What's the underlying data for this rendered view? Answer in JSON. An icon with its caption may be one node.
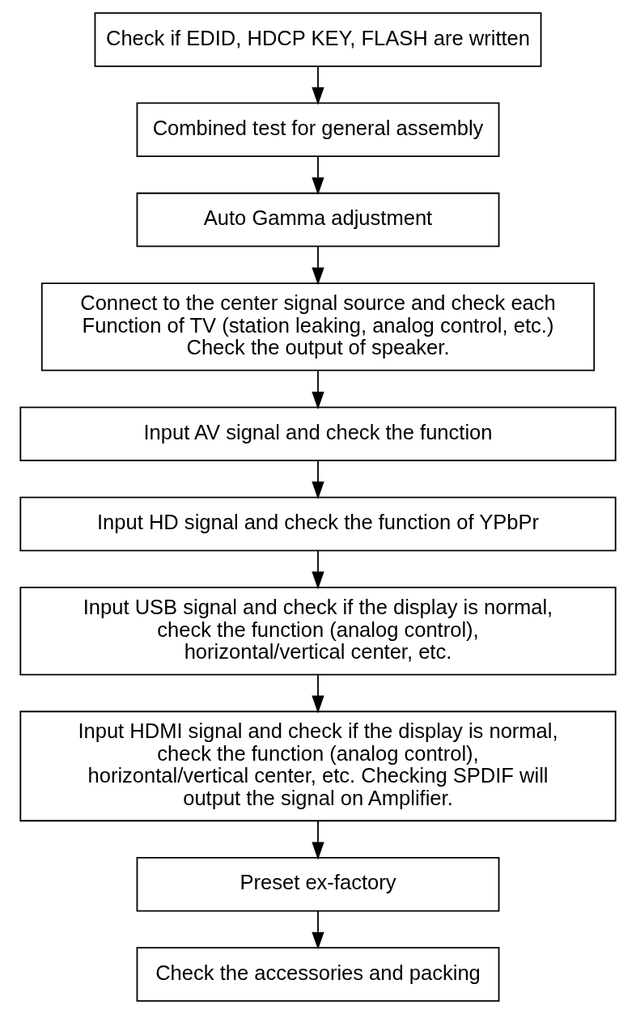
{
  "diagram": {
    "nodes": [
      {
        "text": [
          "Check if EDID, HDCP KEY, FLASH are written"
        ]
      },
      {
        "text": [
          "Combined test for general assembly"
        ]
      },
      {
        "text": [
          "Auto Gamma adjustment"
        ]
      },
      {
        "text": [
          "Connect to the center signal source and check each Function of TV (station leaking, analog control, etc.) Check the output of speaker."
        ]
      },
      {
        "text": [
          "Input AV signal and check the function"
        ]
      },
      {
        "text": [
          "Input HD signal and check the function of YPbPr"
        ]
      },
      {
        "text": [
          "Input USB signal and check if the display is normal, check the function (analog control), horizontal/vertical center, etc."
        ]
      },
      {
        "text": [
          "Input HDMI signal and check if the display is normal, check the function (analog control), horizontal/vertical center, etc. Checking SPDIF will output the signal on Amplifier."
        ]
      },
      {
        "text": [
          "Preset ex-factory"
        ]
      },
      {
        "text": [
          "Check the accessories and packing"
        ]
      }
    ],
    "edges": [
      {
        "from": 0,
        "to": 1,
        "arrow": "to"
      },
      {
        "from": 1,
        "to": 2,
        "arrow": "to"
      },
      {
        "from": 2,
        "to": 3,
        "arrow": "to"
      },
      {
        "from": 3,
        "to": 4,
        "arrow": "to"
      },
      {
        "from": 4,
        "to": 5,
        "arrow": "to"
      },
      {
        "from": 5,
        "to": 6,
        "arrow": "to"
      },
      {
        "from": 6,
        "to": 7,
        "arrow": "to"
      },
      {
        "from": 7,
        "to": 8,
        "arrow": "to"
      },
      {
        "from": 8,
        "to": 9,
        "arrow": "to"
      }
    ]
  }
}
